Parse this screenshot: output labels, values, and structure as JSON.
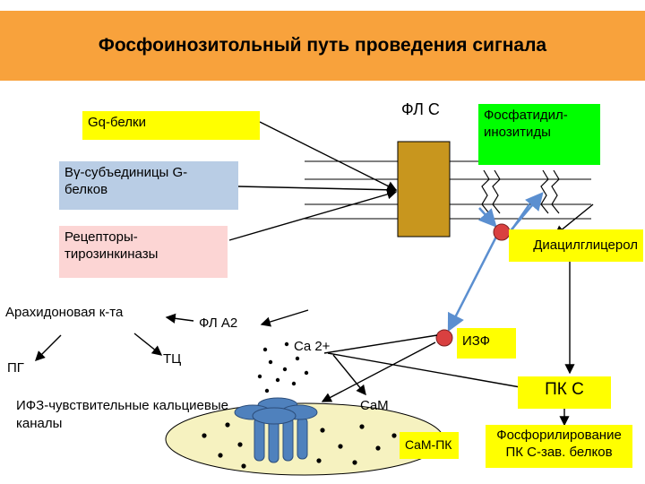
{
  "title": "Фосфоинозитольный путь проведения сигнала",
  "nodes": {
    "gq": "Gq-белки",
    "bg_line1": "Bγ-субъединицы G-",
    "bg_line2": "белков",
    "rtk_line1": "Рецепторы-",
    "rtk_line2": "тирозинкиназы",
    "plc": "ФЛ С",
    "pip_line1": "Фосфатидил-",
    "pip_line2": "инозитиды",
    "dag": "Диацилглицерол",
    "arach": "Арахидоновая к-та",
    "pla2": "ФЛ А2",
    "pg": "ПГ",
    "tc": "ТЦ",
    "ca": "Ca 2+",
    "ip3": "ИЗФ",
    "pkc": "ПК С",
    "ip3_channels_line1": "ИФЗ-чувствительные кальциевые",
    "ip3_channels_line2": "каналы",
    "cam": "CaM",
    "cam_pk": "CaM-ПК",
    "phos_line1": "Фосфорилирование",
    "phos_line2": "ПК С-зав. белков"
  },
  "colors": {
    "title_bar": "#f8a23c",
    "gq_box": "#ffff00",
    "bg_box": "#b9cde5",
    "rtk_box": "#fcd5d4",
    "plc_box": "#c8961e",
    "pip_box": "#00ff00",
    "dag_box": "#ffff00",
    "ip3_box": "#ffff00",
    "pkc_box": "#ffff00",
    "cam_pk_box": "#ffff00",
    "phos_box": "#ffff00",
    "ip3_dot": "#d94040",
    "blue_arrow": "#5b8fd0",
    "er_membrane": "#f6f2c0",
    "channel": "#4f81bd"
  }
}
